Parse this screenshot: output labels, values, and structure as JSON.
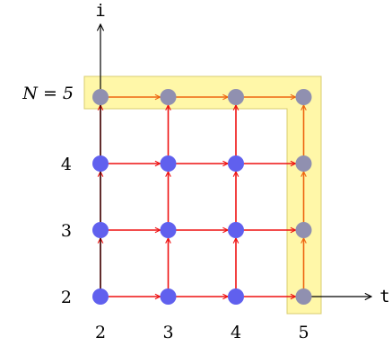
{
  "labels": {
    "y_axis": "i",
    "x_axis": "t",
    "n_label": "N = 5"
  },
  "grid": {
    "x_values": [
      2,
      3,
      4,
      5
    ],
    "y_values": [
      2,
      3,
      4,
      5
    ],
    "x_tick_labels": [
      "2",
      "3",
      "4",
      "5"
    ],
    "y_tick_labels": [
      "2",
      "3",
      "4"
    ]
  },
  "highlight": {
    "path": [
      [
        2,
        5
      ],
      [
        3,
        5
      ],
      [
        4,
        5
      ],
      [
        5,
        5
      ],
      [
        5,
        4
      ],
      [
        5,
        3
      ],
      [
        5,
        2
      ]
    ]
  },
  "colors": {
    "node": "#6060ee",
    "node_highlighted": "#9090b0",
    "edge": "#ee1111",
    "edge_highlighted": "#ee6611",
    "highlight_band": "#fff7a8",
    "highlight_border": "#d8cc70",
    "axis": "#000000"
  }
}
